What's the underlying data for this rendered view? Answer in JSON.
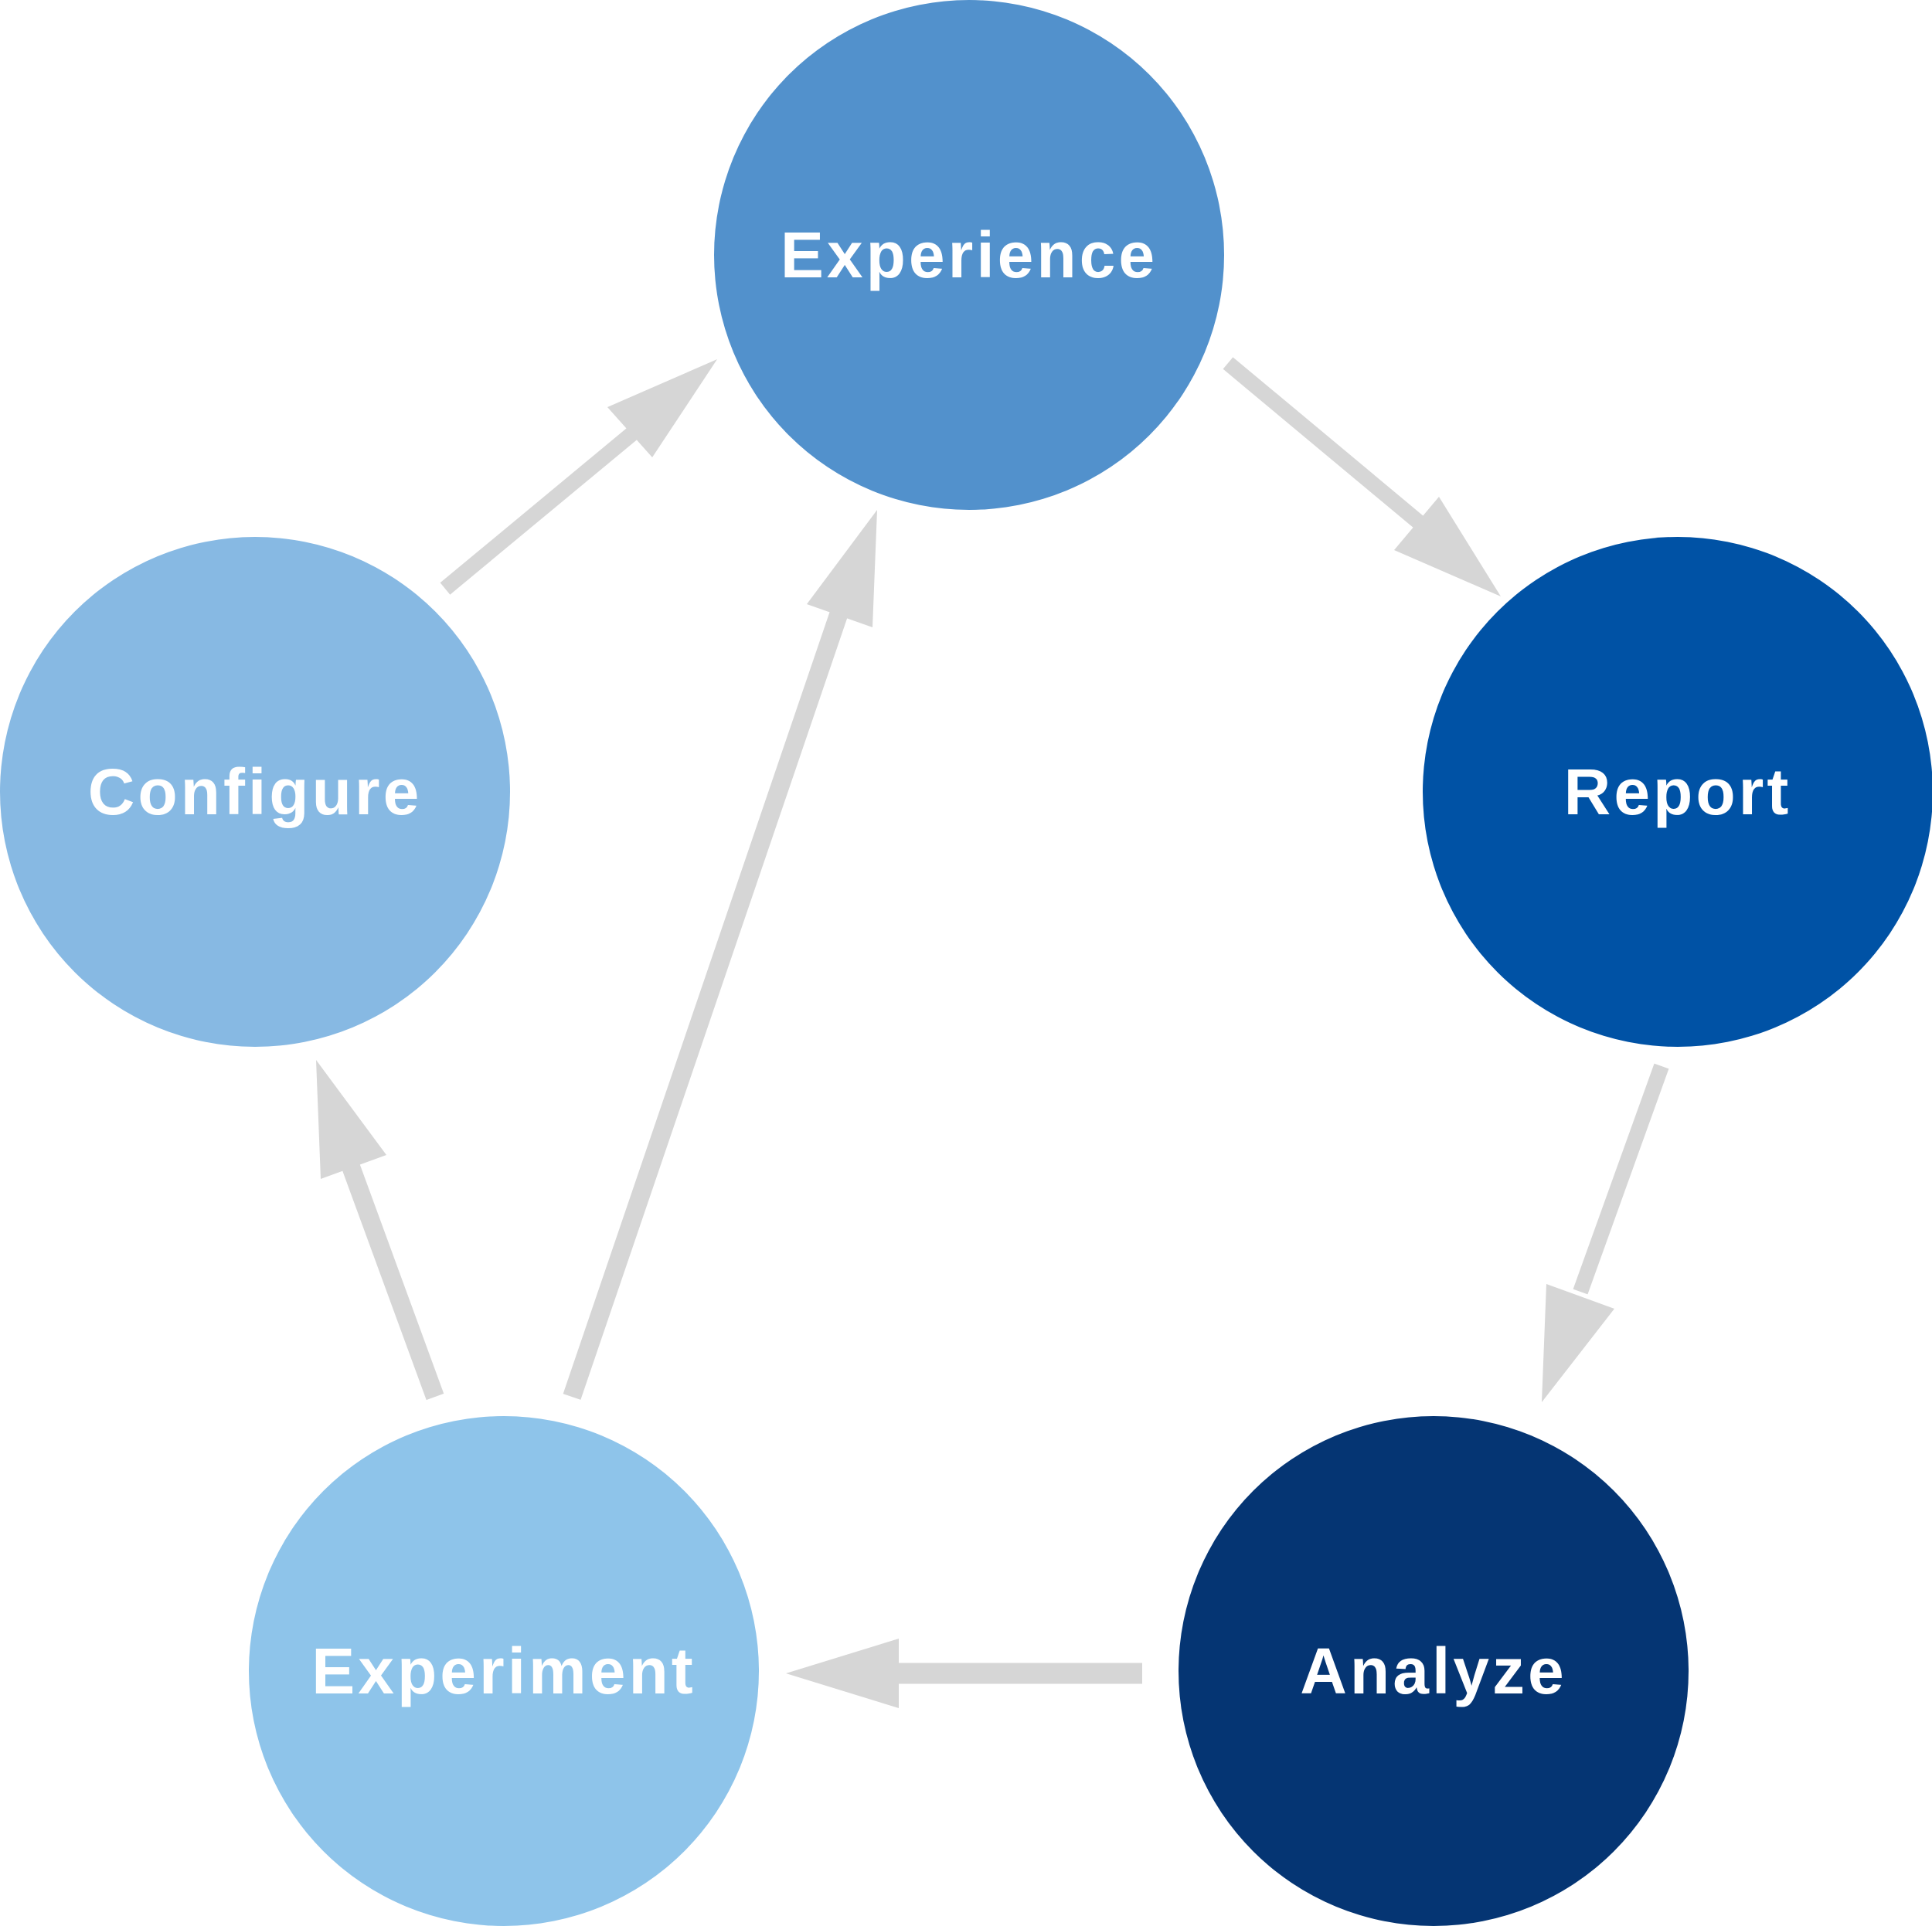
{
  "nodes": {
    "experience": {
      "label": "Experience",
      "color": "#5291CC"
    },
    "report": {
      "label": "Report",
      "color": "#0052A5"
    },
    "analyze": {
      "label": "Analyze",
      "color": "#053573"
    },
    "experiment": {
      "label": "Experiment",
      "color": "#8EC4EA"
    },
    "configure": {
      "label": "Configure",
      "color": "#87B9E3"
    }
  },
  "edges": [
    {
      "from": "configure",
      "to": "experience"
    },
    {
      "from": "experience",
      "to": "report"
    },
    {
      "from": "report",
      "to": "analyze"
    },
    {
      "from": "analyze",
      "to": "experiment"
    },
    {
      "from": "experiment",
      "to": "configure"
    },
    {
      "from": "experiment",
      "to": "experience"
    }
  ],
  "arrow_color": "#D6D6D6"
}
